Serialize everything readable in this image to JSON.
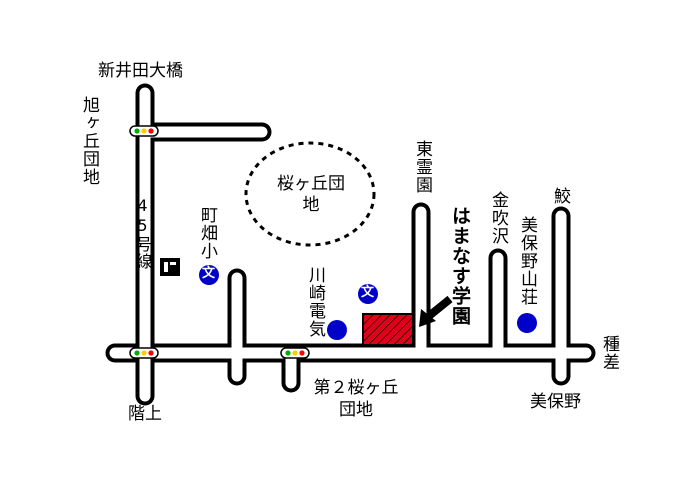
{
  "colors": {
    "road_outline": "#000000",
    "road_fill": "#ffffff",
    "school_building": "#e0001a",
    "poi_marker": "#0000c8",
    "signal_red": "#ff0000",
    "signal_green": "#00b000",
    "signal_yellow": "#ffcc00"
  },
  "labels": {
    "bridge": "新井田大橋",
    "asahigaoka": "旭ヶ丘団地",
    "route45": "45号線",
    "kaijo": "階上",
    "sakuragaoka_park": "桜ヶ丘団地",
    "sakuragaoka2": "第２桜ヶ丘団地",
    "machihata": "町畑小",
    "kawasaki": "川崎電気",
    "higashireien": "東霊園",
    "hamanasu": "はまなす学園",
    "kinbukisawa": "金吹沢",
    "misuya": "美保野山荘",
    "same": "鮫",
    "tanesashi": "種差",
    "mihono": "美保野"
  },
  "icons": {
    "school_mark_1": "文",
    "school_mark_2": "文"
  }
}
